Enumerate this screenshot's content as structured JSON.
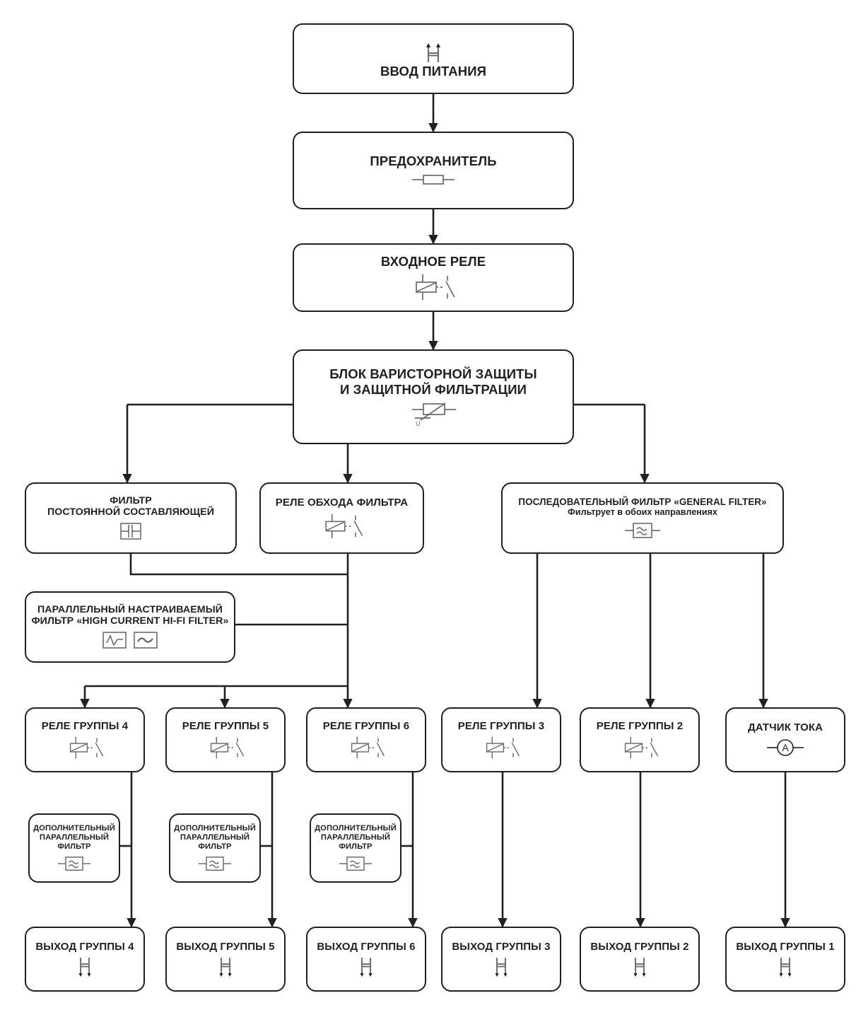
{
  "diagram": {
    "title": "Power distribution and filtering block diagram",
    "stroke_color": "#231f20",
    "symbol_color": "#6b6b6b",
    "background": "#ffffff"
  },
  "nodes": {
    "power_input": {
      "label": "ВВОД ПИТАНИЯ",
      "icon": "power-inlet-icon"
    },
    "fuse": {
      "label": "ПРЕДОХРАНИТЕЛЬ",
      "icon": "fuse-icon"
    },
    "input_relay": {
      "label": "ВХОДНОЕ РЕЛЕ",
      "icon": "relay-icon"
    },
    "varistor_block": {
      "label": "БЛОК ВАРИСТОРНОЙ ЗАЩИТЫ\nИ ЗАЩИТНОЙ ФИЛЬТРАЦИИ",
      "icon": "varistor-icon"
    },
    "dc_filter": {
      "label": "ФИЛЬТР\nПОСТОЯННОЙ СОСТАВЛЯЮЩЕЙ",
      "icon": "capacitor-icon"
    },
    "bypass_relay": {
      "label": "РЕЛЕ ОБХОДА ФИЛЬТРА",
      "icon": "relay-icon"
    },
    "general_filter": {
      "label": "ПОСЛЕДОВАТЕЛЬНЫЙ ФИЛЬТР «GENERAL FILTER»",
      "sub": "Фильтрует в обоих направлениях",
      "icon": "filter-icon"
    },
    "hifi_filter": {
      "label": "ПАРАЛЛЕЛЬНЫЙ НАСТРАИВАЕМЫЙ\nФИЛЬТР «HIGH CURRENT HI-FI FILTER»",
      "icon1": "waveform-icon",
      "icon2": "sine-icon"
    },
    "relay_group_4": {
      "label": "РЕЛЕ ГРУППЫ 4",
      "icon": "relay-icon"
    },
    "relay_group_5": {
      "label": "РЕЛЕ ГРУППЫ 5",
      "icon": "relay-icon"
    },
    "relay_group_6": {
      "label": "РЕЛЕ ГРУППЫ 6",
      "icon": "relay-icon"
    },
    "relay_group_3": {
      "label": "РЕЛЕ ГРУППЫ 3",
      "icon": "relay-icon"
    },
    "relay_group_2": {
      "label": "РЕЛЕ ГРУППЫ 2",
      "icon": "relay-icon"
    },
    "current_sensor": {
      "label": "ДАТЧИК ТОКА",
      "icon": "ammeter-icon"
    },
    "extra_filter_4": {
      "label": "ДОПОЛНИТЕЛЬНЫЙ\nПАРАЛЛЕЛЬНЫЙ\nФИЛЬТР",
      "icon": "filter-icon"
    },
    "extra_filter_5": {
      "label": "ДОПОЛНИТЕЛЬНЫЙ\nПАРАЛЛЕЛЬНЫЙ\nФИЛЬТР",
      "icon": "filter-icon"
    },
    "extra_filter_6": {
      "label": "ДОПОЛНИТЕЛЬНЫЙ\nПАРАЛЛЕЛЬНЫЙ\nФИЛЬТР",
      "icon": "filter-icon"
    },
    "output_group_4": {
      "label": "ВЫХОД ГРУППЫ 4",
      "icon": "outlet-icon"
    },
    "output_group_5": {
      "label": "ВЫХОД ГРУППЫ 5",
      "icon": "outlet-icon"
    },
    "output_group_6": {
      "label": "ВЫХОД ГРУППЫ 6",
      "icon": "outlet-icon"
    },
    "output_group_3": {
      "label": "ВЫХОД ГРУППЫ 3",
      "icon": "outlet-icon"
    },
    "output_group_2": {
      "label": "ВЫХОД ГРУППЫ 2",
      "icon": "outlet-icon"
    },
    "output_group_1": {
      "label": "ВЫХОД ГРУППЫ 1",
      "icon": "outlet-icon"
    }
  },
  "varistor_symbol_label": "U",
  "ammeter_symbol_label": "A"
}
